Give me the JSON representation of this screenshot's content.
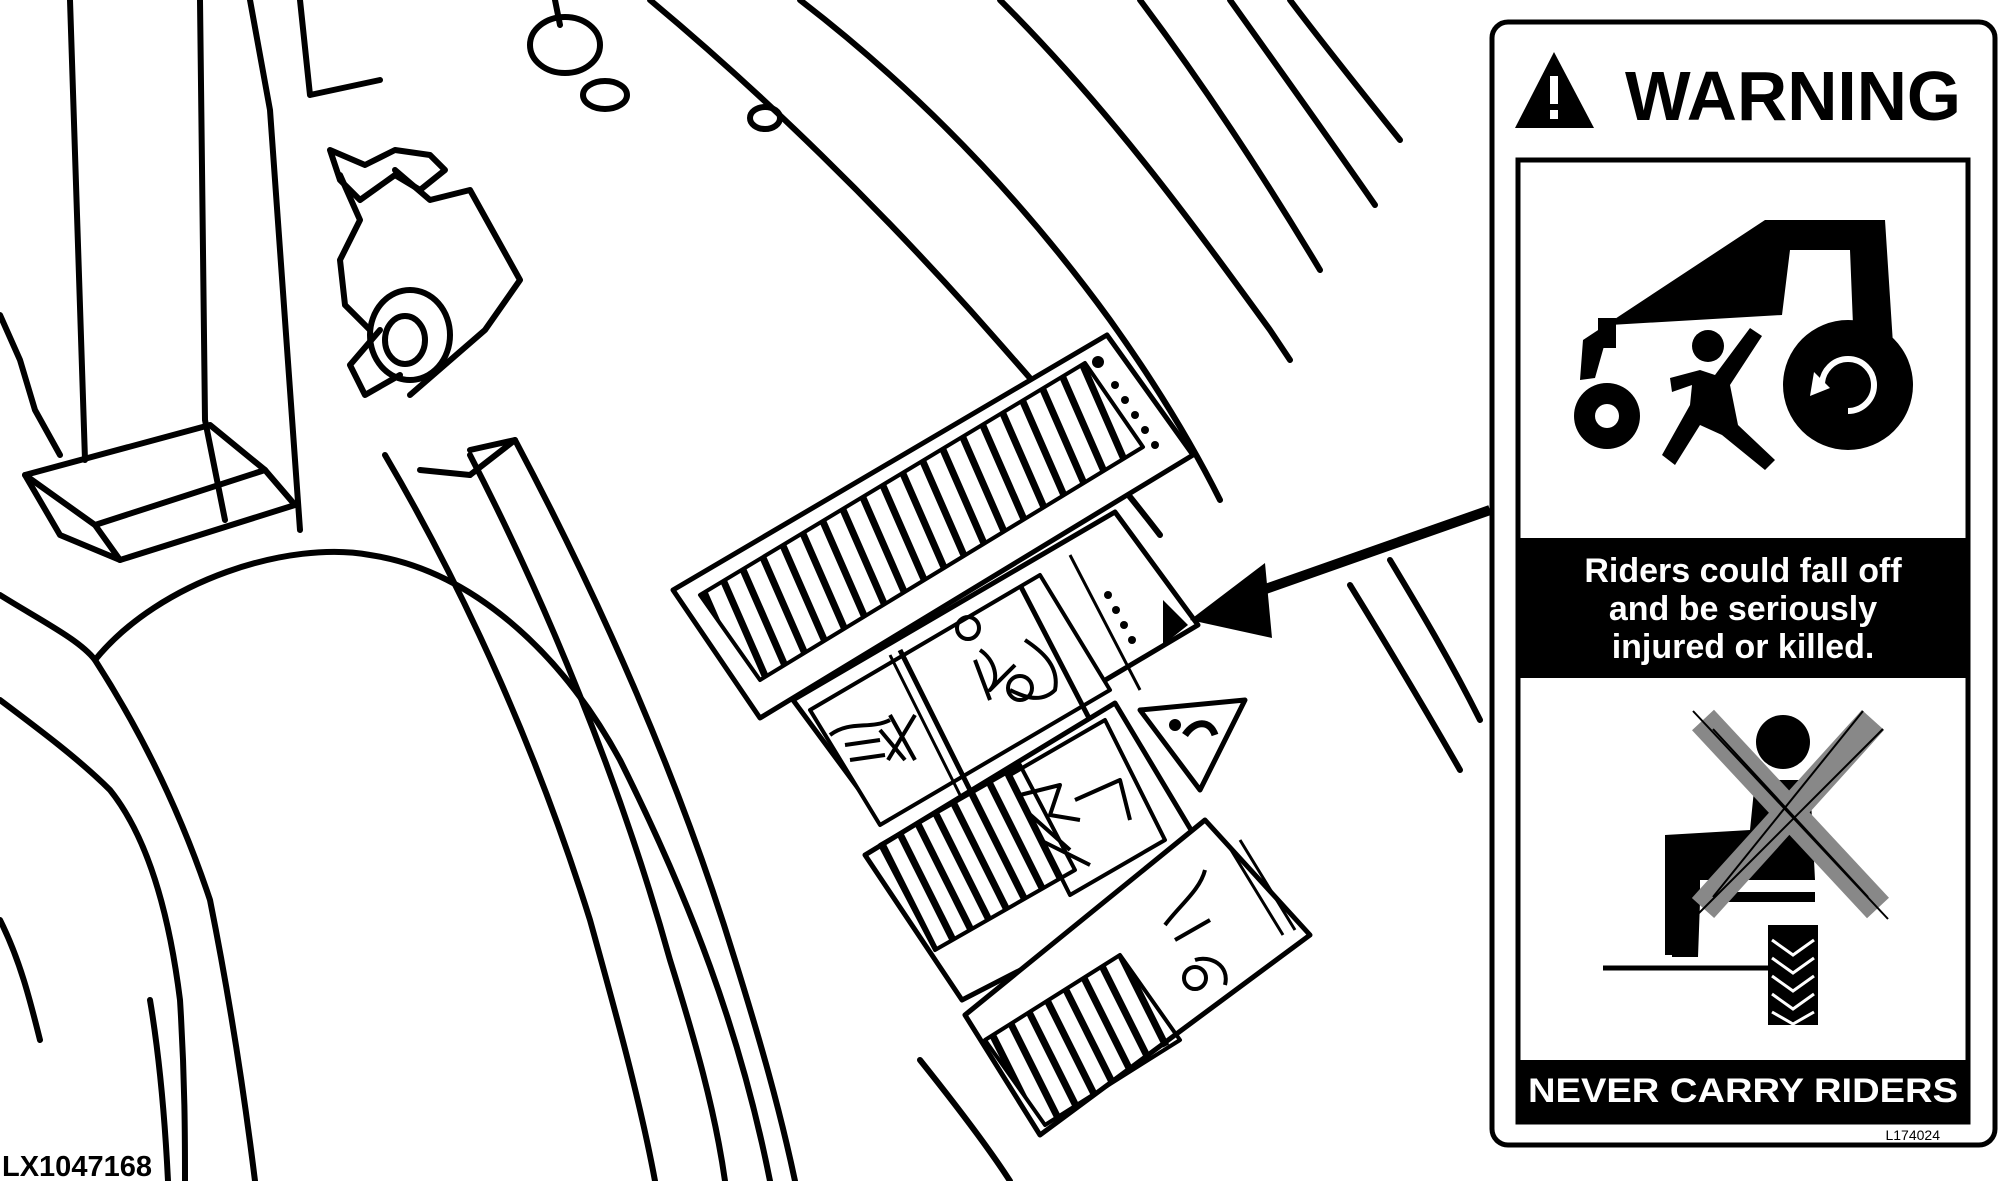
{
  "figure_id": "LX1047168",
  "warning_decal": {
    "header": "WARNING",
    "message_lines": [
      "Riders could fall off",
      "and be seriously",
      "injured or killed."
    ],
    "footer": "NEVER CARRY RIDERS",
    "part_number": "L174024"
  },
  "colors": {
    "ink": "#000000",
    "paper": "#ffffff",
    "hatch": "#888888"
  }
}
